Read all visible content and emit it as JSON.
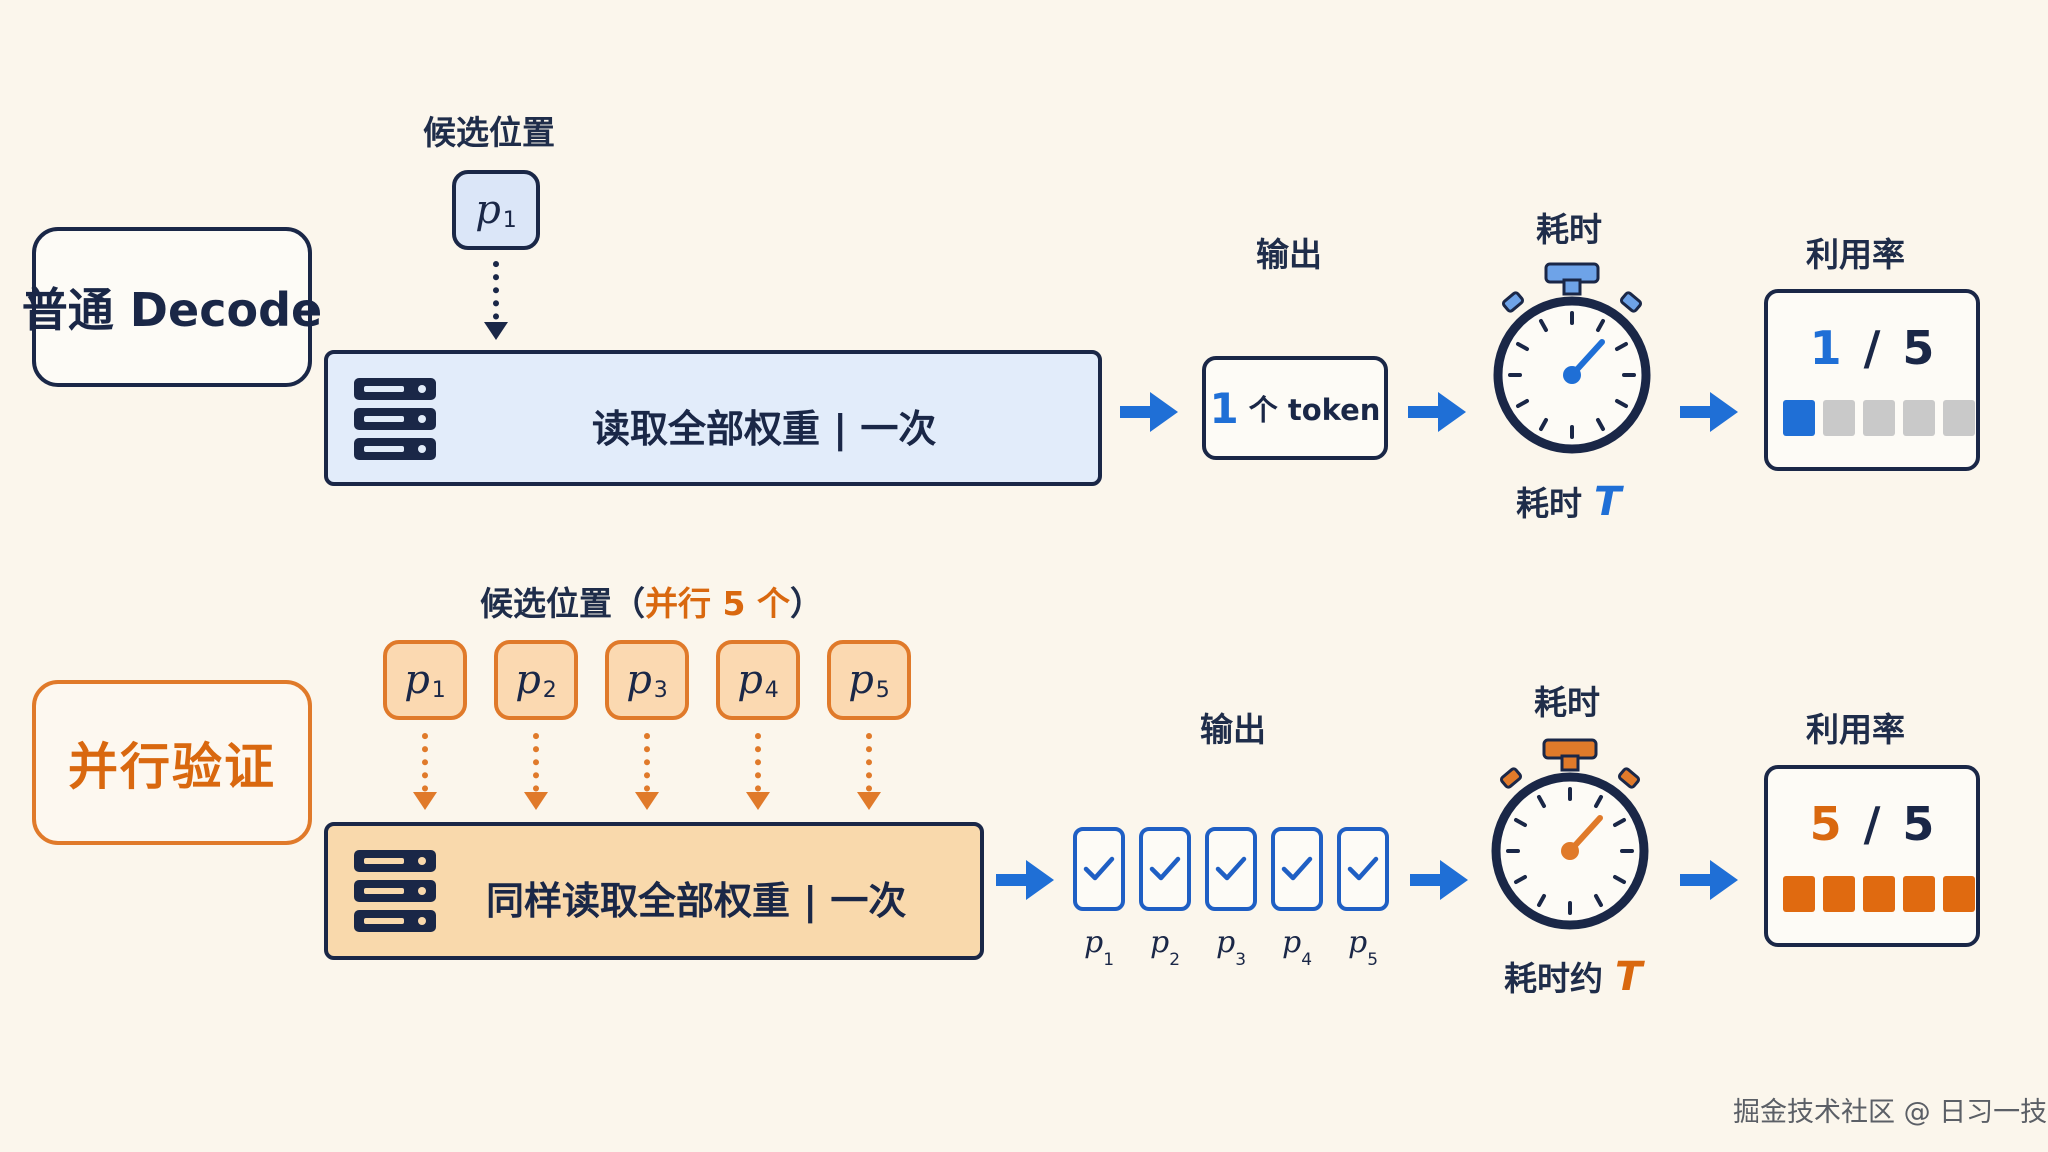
{
  "top_row": {
    "title": "普通 Decode",
    "candidates_label": "候选位置",
    "chip": {
      "base": "p",
      "sub": "1"
    },
    "bar_label": "读取全部权重 | 一次",
    "output_label": "输出",
    "output_num": "1",
    "output_text": "个 token",
    "time_label": "耗时",
    "time_caption": "耗时",
    "time_var": "T",
    "util_label": "利用率",
    "util_used": "1",
    "util_sep": "/",
    "util_total": "5",
    "util_fraction": 0.2
  },
  "bottom_row": {
    "title": "并行验证",
    "candidates_label_prefix": "候选位置（",
    "candidates_label_highlight": "并行 5 个",
    "candidates_label_suffix": "）",
    "chips": [
      {
        "base": "p",
        "sub": "1"
      },
      {
        "base": "p",
        "sub": "2"
      },
      {
        "base": "p",
        "sub": "3"
      },
      {
        "base": "p",
        "sub": "4"
      },
      {
        "base": "p",
        "sub": "5"
      }
    ],
    "bar_label": "同样读取全部权重 | 一次",
    "output_label": "输出",
    "output_items": [
      {
        "base": "p",
        "sub": "1"
      },
      {
        "base": "p",
        "sub": "2"
      },
      {
        "base": "p",
        "sub": "3"
      },
      {
        "base": "p",
        "sub": "4"
      },
      {
        "base": "p",
        "sub": "5"
      }
    ],
    "time_label": "耗时",
    "time_caption": "耗时约",
    "time_var": "T",
    "util_label": "利用率",
    "util_used": "5",
    "util_sep": "/",
    "util_total": "5",
    "util_fraction": 1.0
  },
  "colors": {
    "navy": "#1a2747",
    "blue": "#1f6fd6",
    "orange": "#d9680f",
    "light_blue": "#e2ecfa",
    "light_orange": "#f9d9ac",
    "gray": "#c9c9c9",
    "background": "#fbf6ec"
  },
  "icons": [
    "server-icon",
    "stopwatch-icon",
    "arrow-right-icon",
    "check-icon",
    "dotted-arrow-down-icon"
  ],
  "watermark": "掘金技术社区 @ 日习一技"
}
